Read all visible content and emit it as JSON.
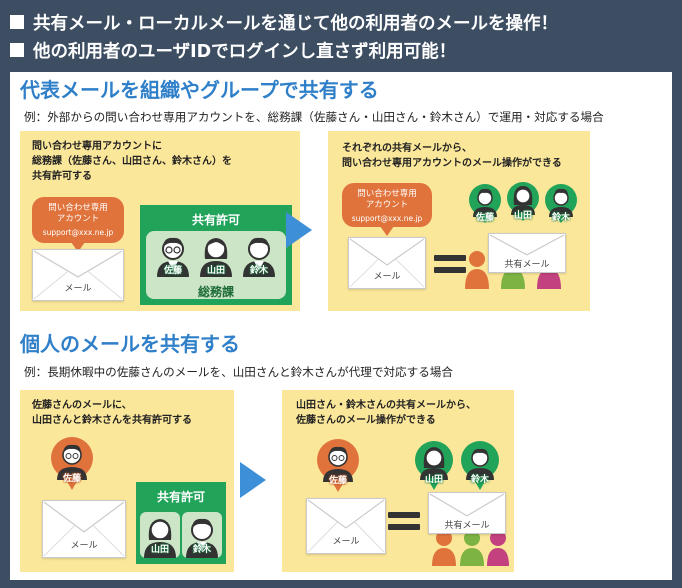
{
  "header": {
    "line1": "共有メール・ローカルメールを通じて他の利用者のメールを操作！",
    "line2": "他の利用者のユーザIDでログインし直さず利用可能！"
  },
  "section1": {
    "title": "代表メールを組織やグループで共有する",
    "example": "例：外部からの問い合わせ専用アカウントを、総務課（佐藤さん・山田さん・鈴木さん）で運用・対応する場合",
    "left_box": {
      "lines": [
        "問い合わせ専用アカウントに",
        "総務課（佐藤さん、山田さん、鈴木さん）を",
        "共有許可する"
      ],
      "bubble_line1": "問い合わせ専用",
      "bubble_line2": "アカウント",
      "bubble_email": "support@xxx.ne.jp",
      "envelope_label": "メール",
      "permission_title": "共有許可",
      "people": [
        "佐藤",
        "山田",
        "鈴木"
      ],
      "group_label": "総務課"
    },
    "right_box": {
      "lines": [
        "それぞれの共有メールから、",
        "問い合わせ専用アカウントのメール操作ができる"
      ],
      "bubble_line1": "問い合わせ専用",
      "bubble_line2": "アカウント",
      "bubble_email": "support@xxx.ne.jp",
      "envelope_label": "メール",
      "shared_label": "共有メール",
      "people": [
        "佐藤",
        "山田",
        "鈴木"
      ]
    }
  },
  "section2": {
    "title": "個人のメールを共有する",
    "example": "例：長期休暇中の佐藤さんのメールを、山田さんと鈴木さんが代理で対応する場合",
    "left_box": {
      "lines": [
        "佐藤さんのメールに、",
        "山田さんと鈴木さんを共有許可する"
      ],
      "owner": "佐藤",
      "envelope_label": "メール",
      "permission_title": "共有許可",
      "people": [
        "山田",
        "鈴木"
      ]
    },
    "right_box": {
      "lines": [
        "山田さん・鈴木さんの共有メールから、",
        "佐藤さんのメール操作ができる"
      ],
      "owner": "佐藤",
      "envelope_label": "メール",
      "shared_label": "共有メール",
      "people": [
        "山田",
        "鈴木"
      ]
    }
  },
  "colors": {
    "background": "#3d4e63",
    "title_blue": "#2f7fc9",
    "box_yellow": "#fbe79a",
    "permission_green": "#21a35a",
    "bubble_orange": "#e0733c",
    "arrow_blue": "#3d8fd8"
  },
  "icons": {
    "header_marker": "white-square",
    "arrow": "right-triangle-arrow",
    "equal": "equals-sign",
    "envelope": "envelope-icon",
    "person": "person-icon",
    "location_pin": "location-pin-icon"
  }
}
